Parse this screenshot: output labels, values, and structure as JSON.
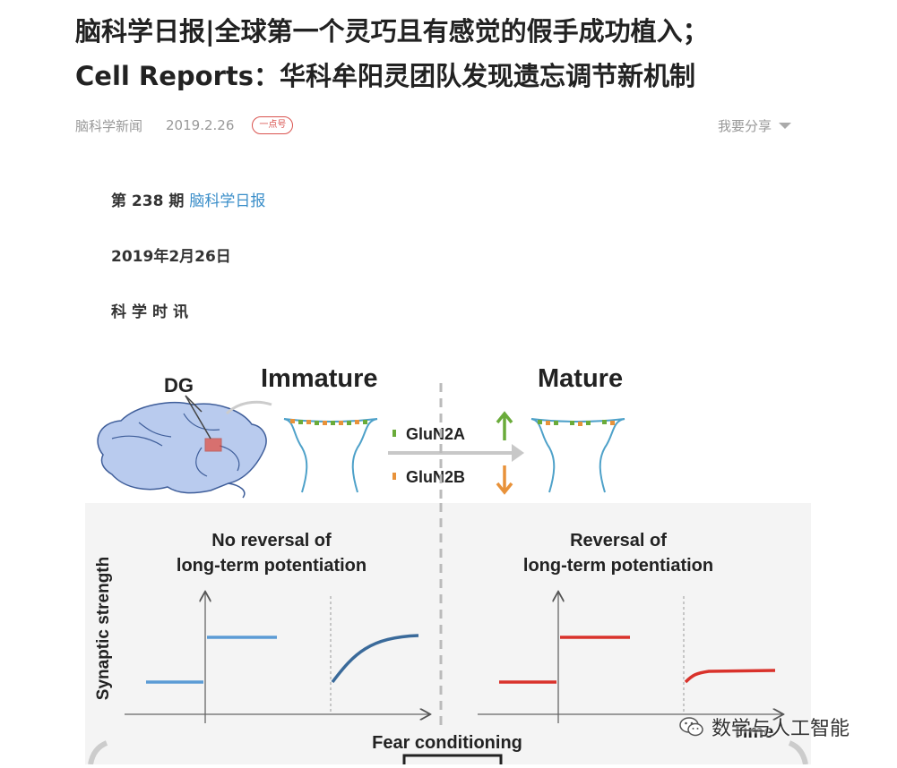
{
  "article": {
    "title_line1": "脑科学日报|全球第一个灵巧且有感觉的假手成功植入；",
    "title_line2": "Cell Reports：华科牟阳灵团队发现遗忘调节新机制",
    "source": "脑科学新闻",
    "date": "2019.2.26",
    "badge": "一点号",
    "share": "我要分享"
  },
  "content": {
    "issue_prefix": "第 238 期",
    "issue_link": "脑科学日报",
    "date_line": "2019年2月26日",
    "section": "科学时讯"
  },
  "figure": {
    "brain_label": "DG",
    "left_title": "Immature",
    "right_title": "Mature",
    "glun2a": "GluN2A",
    "glun2b": "GluN2B",
    "left_panel_title_1": "No reversal of",
    "left_panel_title_2": "long-term potentiation",
    "right_panel_title_1": "Reversal of",
    "right_panel_title_2": "long-term potentiation",
    "y_axis_label": "Synaptic strength",
    "bottom_label": "Fear conditioning",
    "time_label": "Time",
    "colors": {
      "blue": "#5b9bd5",
      "red": "#d9322b",
      "green_arrow": "#6aab3a",
      "orange_arrow": "#e8923a"
    }
  },
  "watermark": {
    "text": "数学与人工智能",
    "icon": "wechat-icon"
  }
}
